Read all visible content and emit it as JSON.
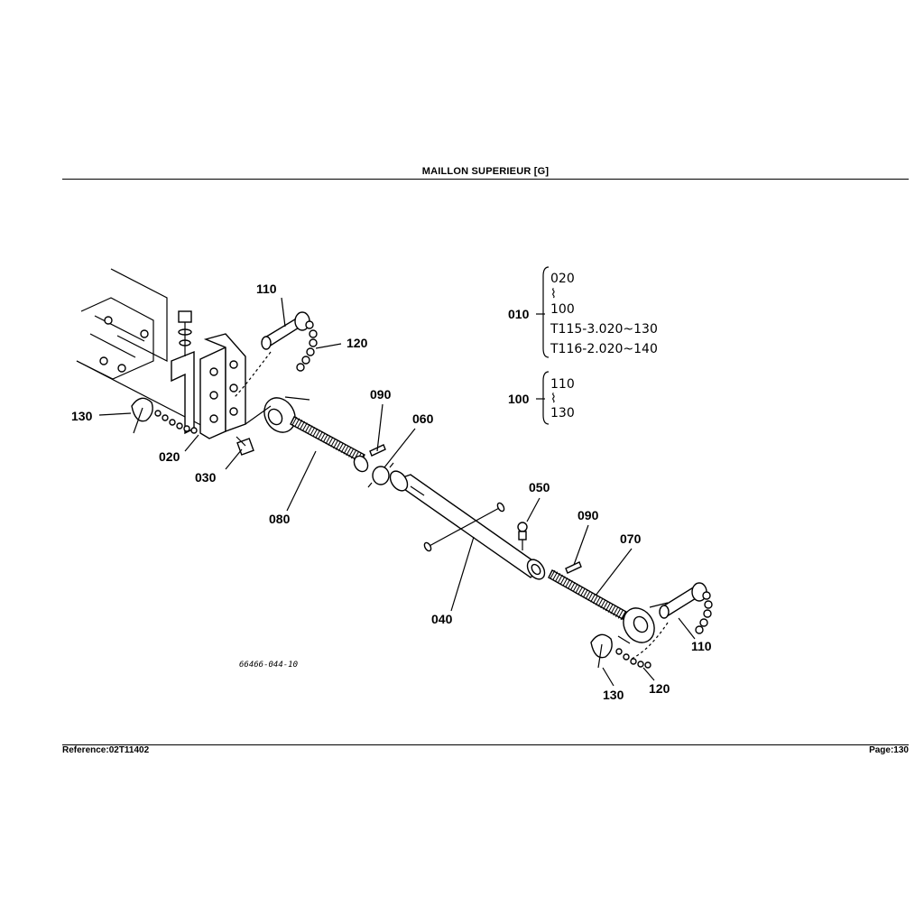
{
  "header": {
    "title": "MAILLON SUPERIEUR   [G]"
  },
  "footer": {
    "reference": "Reference:02T11402",
    "page": "Page:130"
  },
  "drawing_code": "66466-044-10",
  "callouts": {
    "p110a": "110",
    "p120a": "120",
    "p130a": "130",
    "p020": "020",
    "p030": "030",
    "p090a": "090",
    "p060": "060",
    "p080": "080",
    "p050": "050",
    "p090b": "090",
    "p070": "070",
    "p040": "040",
    "p110b": "110",
    "p130b": "130",
    "p120b": "120"
  },
  "legend": {
    "assembly_010": {
      "label": "010",
      "lines": [
        "020",
        "⌇",
        "100",
        "T115-3.020~130",
        "T116-2.020~140"
      ]
    },
    "assembly_100": {
      "label": "100",
      "lines": [
        "110",
        "⌇",
        "130"
      ]
    }
  }
}
